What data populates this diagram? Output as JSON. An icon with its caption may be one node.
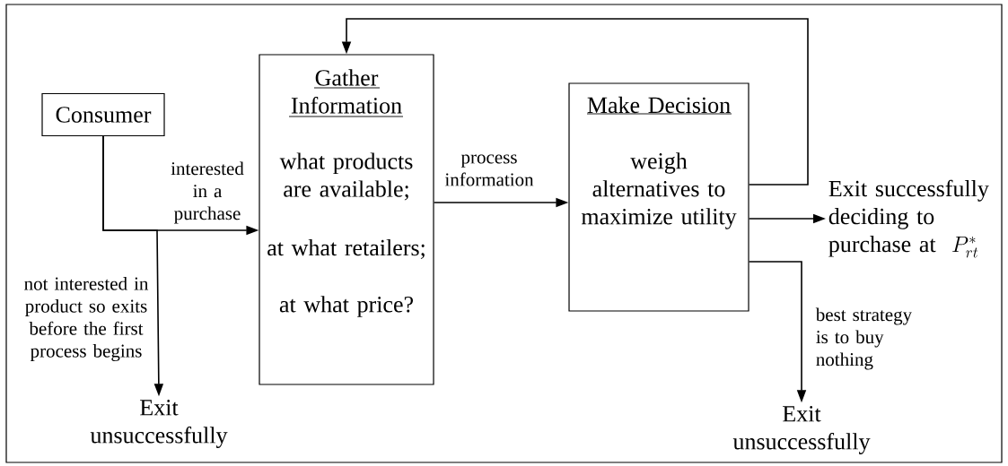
{
  "diagram": {
    "nodes": [
      {
        "text": [
          "Consumer"
        ]
      },
      {
        "text": [
          "Gather Information",
          "what products are available;",
          "at what retailers;",
          "at what price?"
        ]
      },
      {
        "text": [
          "Make Decision",
          "weigh alternatives to maximize utility"
        ]
      },
      {
        "text": [
          "Exit unsuccessfully"
        ]
      },
      {
        "text": [
          "Exit successfully deciding to purchase at",
          "P^{*}_{rt}"
        ]
      },
      {
        "text": [
          "Exit unsuccessfully"
        ]
      }
    ],
    "edges": [
      {
        "from": 0,
        "to": 1,
        "arrow": "to",
        "label": "interested in a purchase"
      },
      {
        "from": 0,
        "to": 3,
        "arrow": "to",
        "label": "not interested in product so exits before the first process begins"
      },
      {
        "from": 1,
        "to": 2,
        "arrow": "to",
        "label": "process information"
      },
      {
        "from": 2,
        "to": 1,
        "arrow": "to"
      },
      {
        "from": 2,
        "to": 4,
        "arrow": "to"
      },
      {
        "from": 2,
        "to": 5,
        "arrow": "to",
        "label": "best strategy is to buy nothing"
      }
    ]
  }
}
